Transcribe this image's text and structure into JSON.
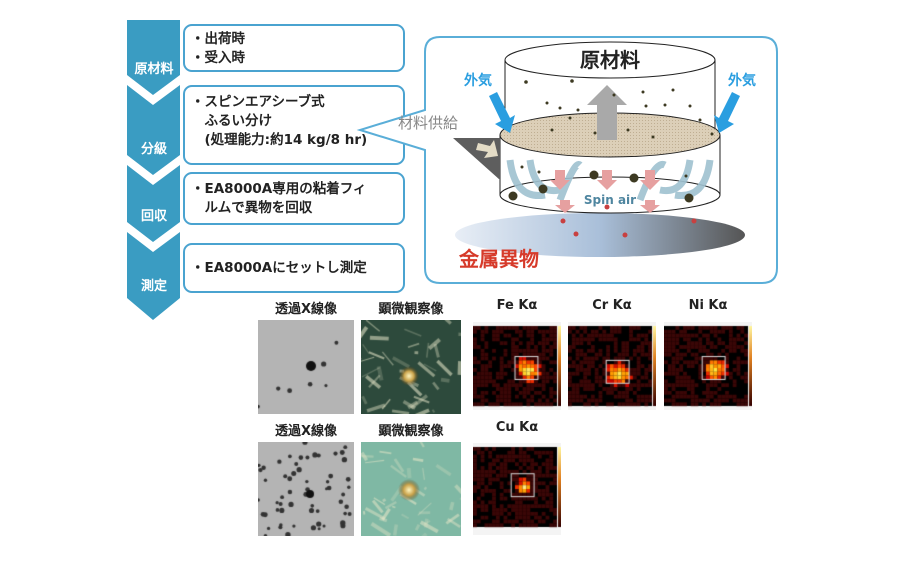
{
  "steps": [
    {
      "label": "原材料",
      "lines": [
        "・出荷時",
        "・受入時"
      ]
    },
    {
      "label": "分級",
      "lines": [
        "・スピンエアシーブ式",
        "　ふるい分け",
        "　(処理能力:約14 kg/8 hr)"
      ]
    },
    {
      "label": "回収",
      "lines": [
        "・EA8000A専用の粘着フィ",
        "　ルムで異物を回収"
      ]
    },
    {
      "label": "測定",
      "lines": [
        "・EA8000Aにセットし測定"
      ]
    }
  ],
  "diagram": {
    "raw_material": "原材料",
    "outside_air_left": "外気",
    "outside_air_right": "外気",
    "material_supply": "材料供給",
    "spin_air": "Spin air",
    "metal_foreign": "金属異物"
  },
  "images": {
    "row1": [
      "透過X線像",
      "顕微観察像",
      "Fe Kα",
      "Cr Kα",
      "Ni Kα"
    ],
    "row2": [
      "透過X線像",
      "顕微観察像",
      "Cu Kα"
    ]
  },
  "colors": {
    "accent": "#3b9cc4",
    "border": "#4aa3d0",
    "metal_red": "#d63a2a",
    "air_blue": "#2a9ee0"
  }
}
